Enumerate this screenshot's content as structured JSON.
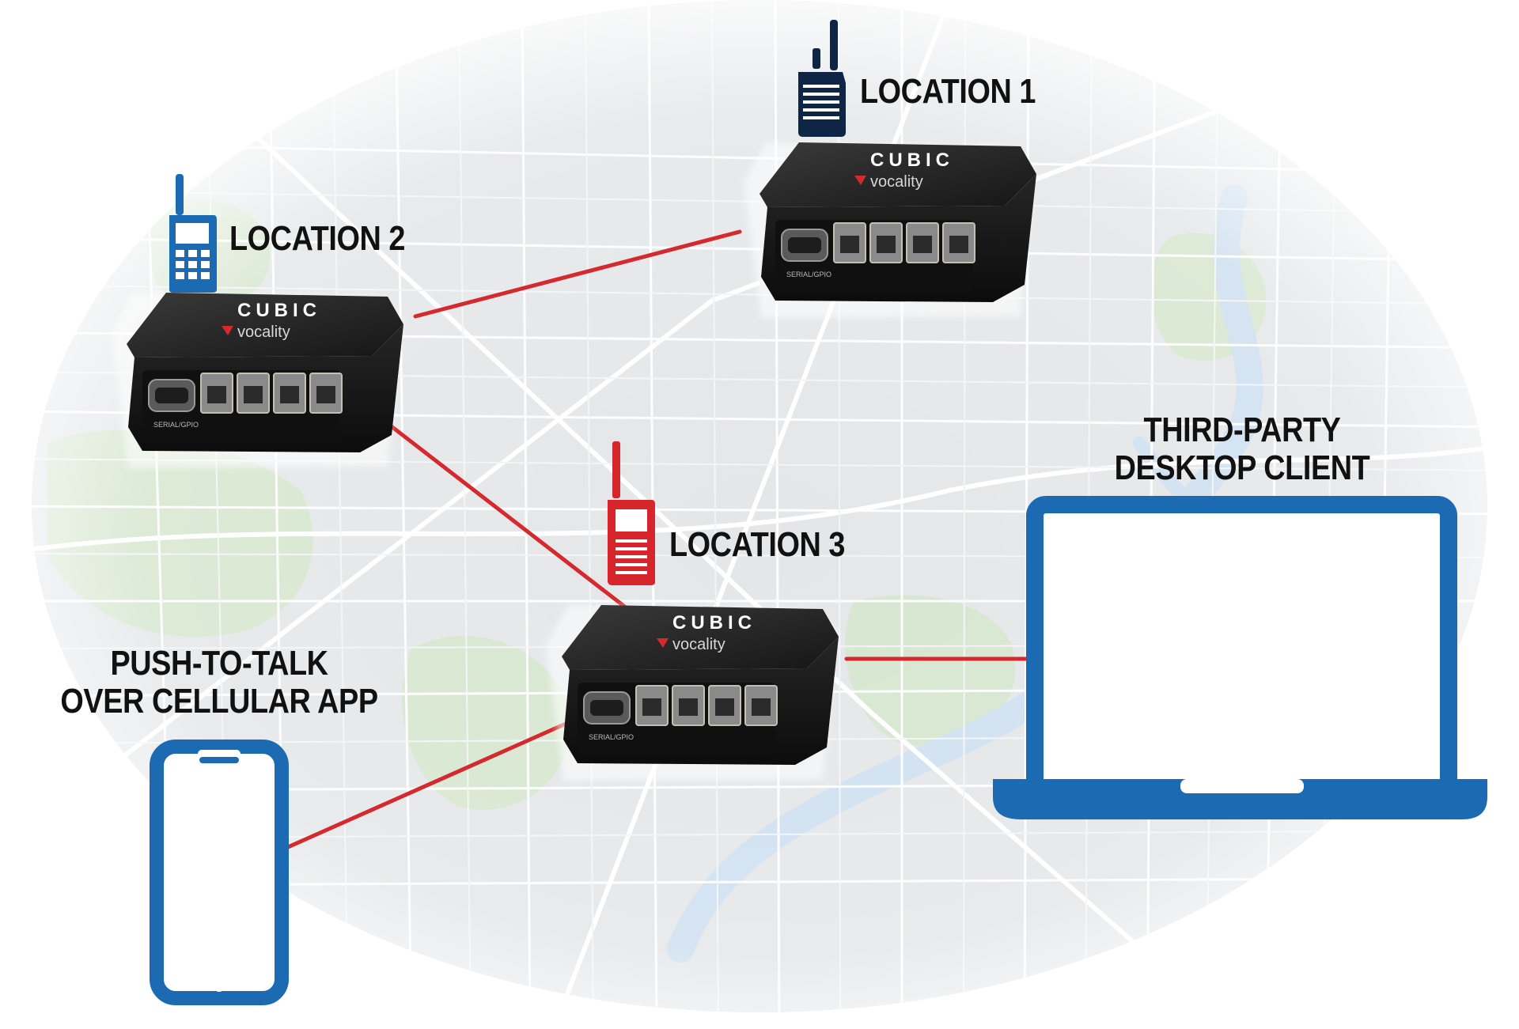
{
  "nodes": {
    "location_1": {
      "label": "LOCATION 1",
      "radio_color": "#0f2545"
    },
    "location_2": {
      "label": "LOCATION 2",
      "radio_color": "#1c6ab2"
    },
    "location_3": {
      "label": "LOCATION 3",
      "radio_color": "#d6262c"
    },
    "desktop_client": {
      "label_line1": "THIRD-PARTY",
      "label_line2": "DESKTOP CLIENT",
      "device_color": "#1c6ab2"
    },
    "ptt_app": {
      "label_line1": "PUSH-TO-TALK",
      "label_line2": "OVER CELLULAR APP",
      "device_color": "#1c6ab2"
    }
  },
  "gateway": {
    "brand": "CUBIC",
    "sub_brand": "vocality",
    "port_label": "SERIAL/GPIO"
  },
  "colors": {
    "link": "#d42a2f",
    "gateway_body": "#1f1f1f",
    "map_bg": "#e4e6e8",
    "map_roads": "#ffffff",
    "map_green": "#d6e6cf",
    "map_water": "#cfe0f0"
  },
  "icons": [
    "radio-icon",
    "gateway-device",
    "laptop-icon",
    "smartphone-icon",
    "map-background"
  ]
}
